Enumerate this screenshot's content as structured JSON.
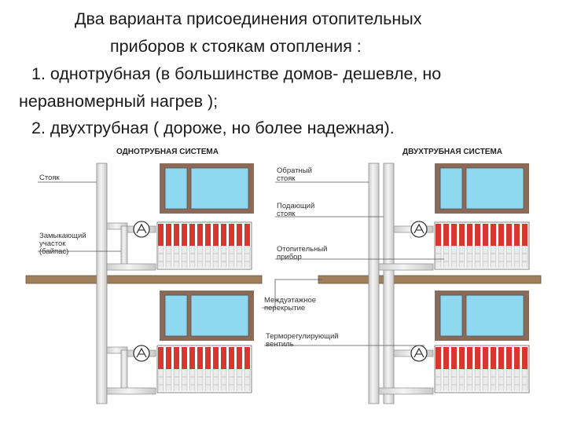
{
  "caption": {
    "line1": "Два варианта присоединения отопительных",
    "line2": "приборов  к стоякам отопления :",
    "line3": "1. однотрубная (в большинстве домов- дешевле, но",
    "line4": "неравномерный нагрев );",
    "line5": "2. двухтрубная ( дороже, но более надежная)."
  },
  "diagram": {
    "left_title": "ОДНОТРУБНАЯ СИСТЕМА",
    "right_title": "ДВУХТРУБНАЯ СИСТЕМА",
    "labels": {
      "riser": "Стояк",
      "bypass_1": "Замыкающий",
      "bypass_2": "участок",
      "bypass_3": "(байпас)",
      "return_riser_1": "Обратный",
      "return_riser_2": "стояк",
      "supply_riser_1": "Подающий",
      "supply_riser_2": "стояк",
      "heater_1": "Отопительный",
      "heater_2": "прибор",
      "floor_slab_1": "Междуэтажное",
      "floor_slab_2": "перекрытие",
      "valve_1": "Терморегулирующий",
      "valve_2": "вентиль"
    },
    "colors": {
      "radiator_red": "#d8372f",
      "pipe": "#e4e4e4",
      "window_frame": "#8a6a58",
      "glass": "#8ed8f0",
      "slab": "#a0805c"
    }
  }
}
